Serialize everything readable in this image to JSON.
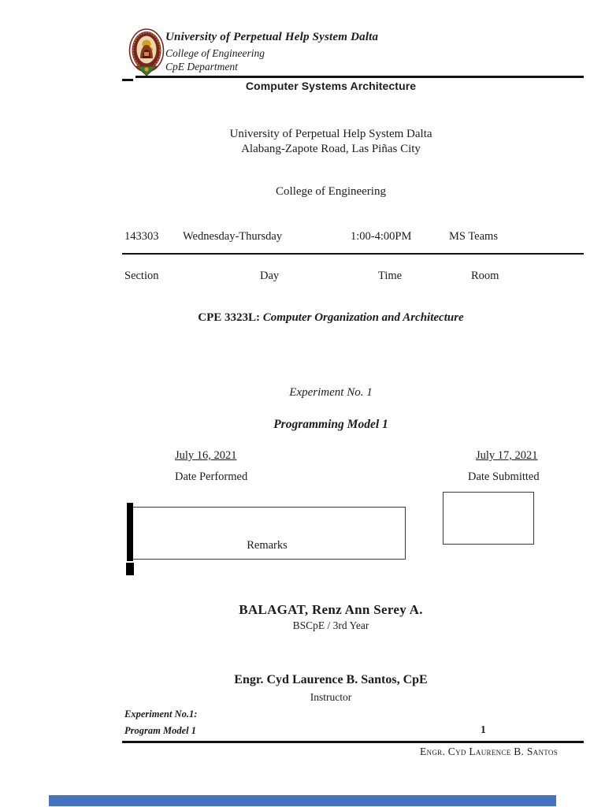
{
  "header": {
    "logo": "university-seal",
    "university": "University of Perpetual Help System Dalta",
    "college": "College of Engineering",
    "department": "CpE Department",
    "banner": "Computer Systems Architecture"
  },
  "address": {
    "line1": "University of Perpetual Help System Dalta",
    "line2": "Alabang-Zapote Road, Las Piñas City",
    "college": "College of Engineering"
  },
  "schedule": {
    "values": {
      "section": "143303",
      "day": "Wednesday-Thursday",
      "time": "1:00-4:00PM",
      "room": "MS Teams"
    },
    "labels": {
      "section": "Section",
      "day": "Day",
      "time": "Time",
      "room": "Room"
    }
  },
  "course": {
    "code": "CPE 3323L:",
    "title": "Computer Organization and Architecture"
  },
  "experiment": {
    "number": "Experiment No. 1",
    "title": "Programming Model 1"
  },
  "dates": {
    "performed": {
      "value": "July 16, 2021",
      "label": "Date Performed"
    },
    "submitted": {
      "value": "July 17, 2021",
      "label": "Date Submitted"
    }
  },
  "remarks_label": "Remarks",
  "student": {
    "name": "BALAGAT, Renz Ann Serey A.",
    "program": "BSCpE / 3rd Year"
  },
  "instructor": {
    "name": "Engr. Cyd Laurence B. Santos, CpE",
    "title": "Instructor"
  },
  "footer": {
    "line1": "Experiment No.1:",
    "line2": "Program Model 1",
    "page_number": "1",
    "signature": "Engr. Cyd Laurence B. Santos"
  },
  "colors": {
    "seal_maroon": "#7b2222",
    "seal_gold": "#d4a017",
    "seal_parchment": "#e9d7ac",
    "seal_green": "#2f7d33",
    "bottom_bar_blue": "#4673c0"
  }
}
